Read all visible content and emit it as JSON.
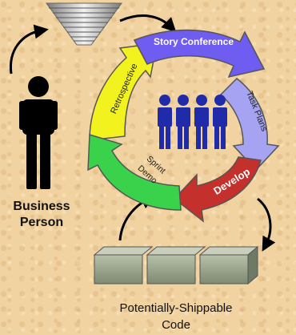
{
  "cycle": {
    "story_conference": "Story Conference",
    "task_plans": "Task Plans",
    "develop": "Develop",
    "sprint_demo_line1": "Sprint",
    "sprint_demo_line2": "Demo",
    "retrospective": "Retrospective"
  },
  "business_person": {
    "line1": "Business",
    "line2": "Person"
  },
  "output": {
    "line1": "Potentially-Shippable",
    "line2": "Code"
  },
  "colors": {
    "story_conference": "#6f5cf0",
    "task_plans": "#a6a3f2",
    "develop": "#c4302b",
    "sprint_demo": "#39d24a",
    "retrospective": "#f2f21e",
    "team": "#1f2ba8"
  }
}
